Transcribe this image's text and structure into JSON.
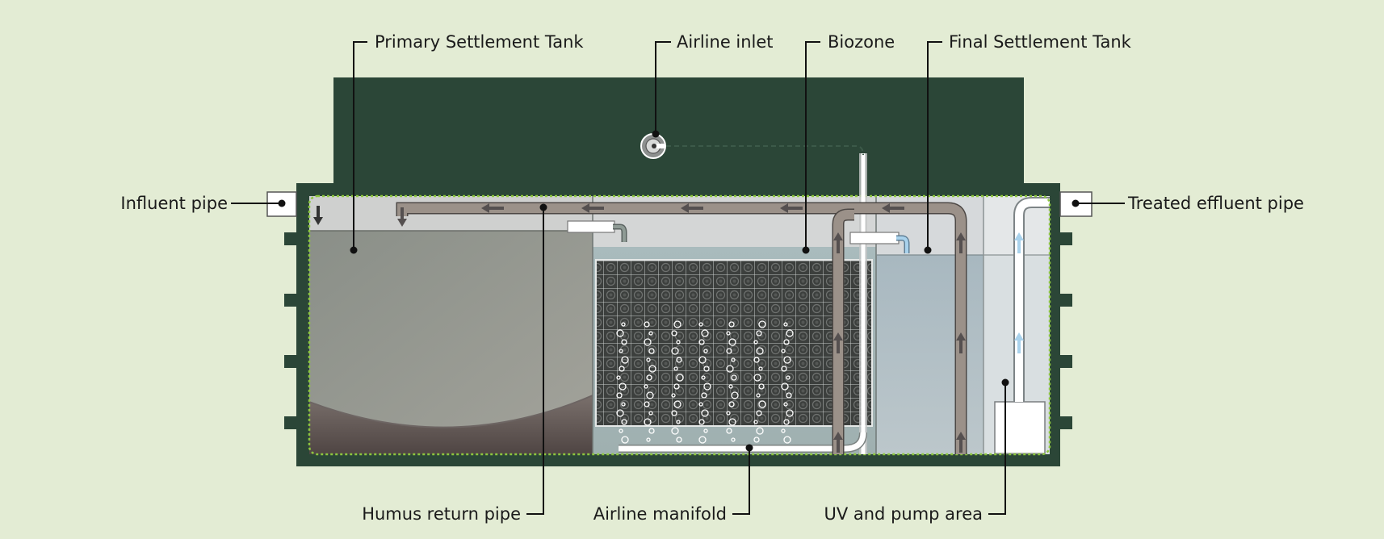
{
  "colors": {
    "background": "#e3ecd4",
    "tank_body": "#2b4637",
    "primary_liquid": "#8f948c",
    "sludge": "#5d5350",
    "biozone_water": "#a8b7b8",
    "final_water": "#b3c0c6",
    "uv_area": "#d9dfe1",
    "humus_pipe": "#9b9189",
    "dotted_border": "#8dc63f",
    "leader": "#111111"
  },
  "labels": {
    "primary_settlement_tank": "Primary Settlement Tank",
    "airline_inlet": "Airline inlet",
    "biozone": "Biozone",
    "final_settlement_tank": "Final Settlement Tank",
    "influent_pipe": "Influent pipe",
    "treated_effluent_pipe": "Treated effluent pipe",
    "humus_return_pipe": "Humus return pipe",
    "airline_manifold": "Airline manifold",
    "uv_and_pump_area": "UV and pump area"
  },
  "icons": {
    "airline_inlet": "airline-inlet-fitting-icon",
    "flow_arrow": "flow-arrow-icon",
    "air_bubble": "air-bubble-icon"
  }
}
